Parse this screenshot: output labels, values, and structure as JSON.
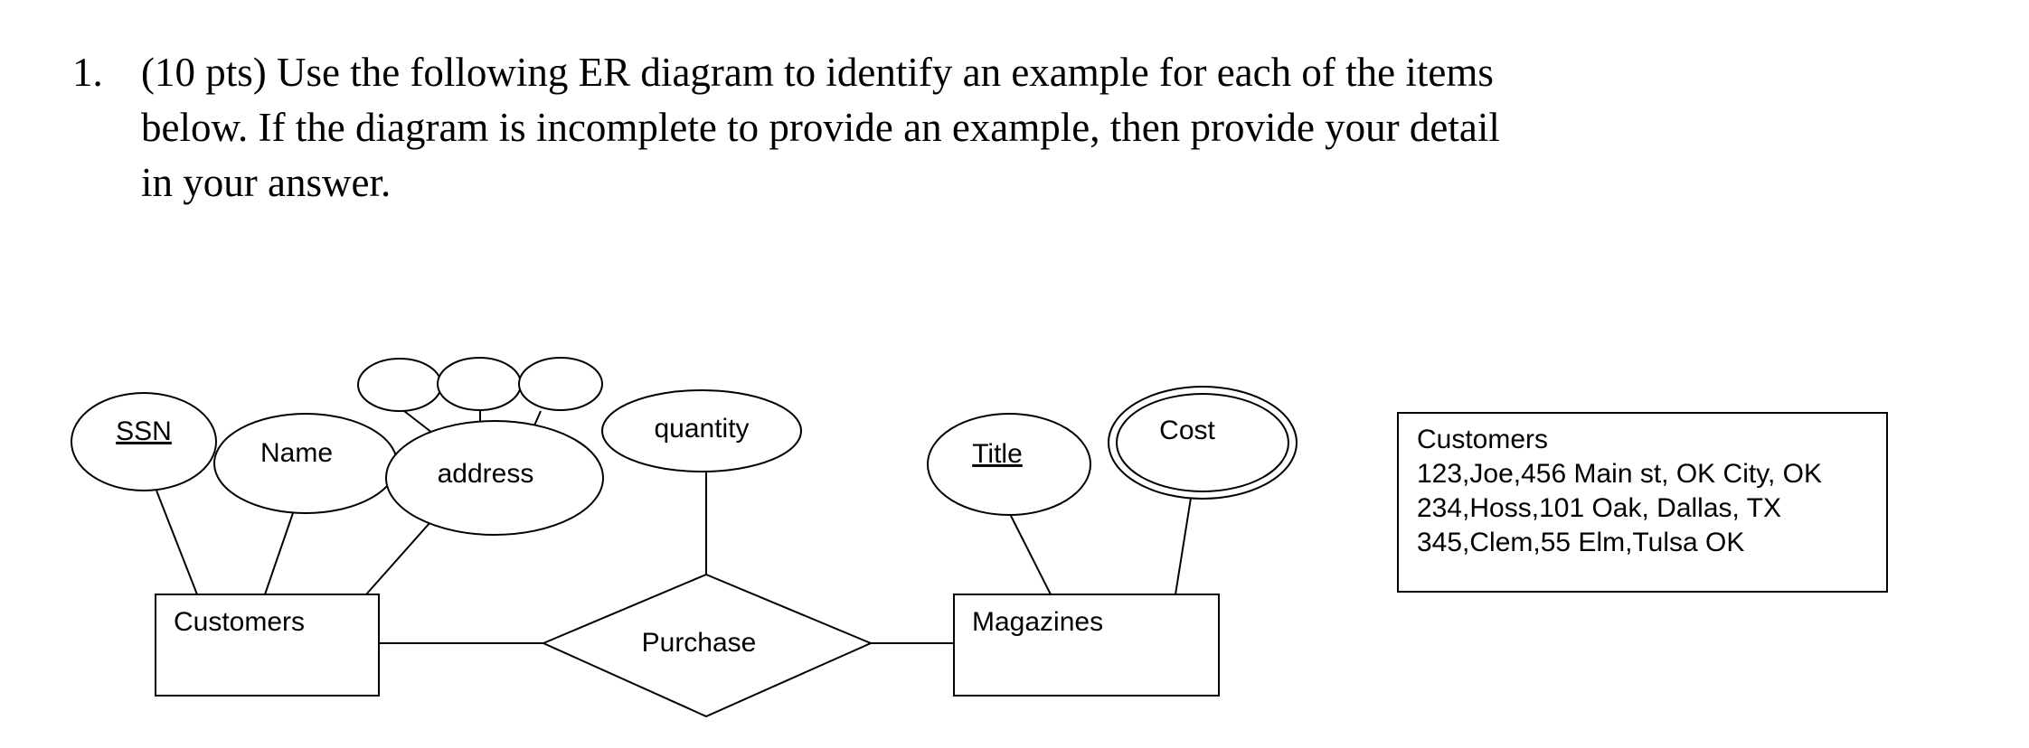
{
  "question": {
    "number": "1.",
    "lines": [
      "(10 pts) Use the following ER diagram to identify an example for each of the items",
      "below.  If the diagram is incomplete to provide an example, then provide your detail",
      "in your answer."
    ]
  },
  "diagram": {
    "entities": {
      "customers": "Customers",
      "magazines": "Magazines"
    },
    "relationship": "Purchase",
    "attributes": {
      "ssn": "SSN",
      "name": "Name",
      "address": "address",
      "quantity": "quantity",
      "title": "Title",
      "cost": "Cost"
    }
  },
  "sample_data": {
    "title": "Customers",
    "rows": [
      "123,Joe,456  Main  st, OK City, OK",
      "234,Hoss,101  Oak,  Dallas,  TX",
      "345,Clem,55  Elm,Tulsa  OK"
    ]
  }
}
